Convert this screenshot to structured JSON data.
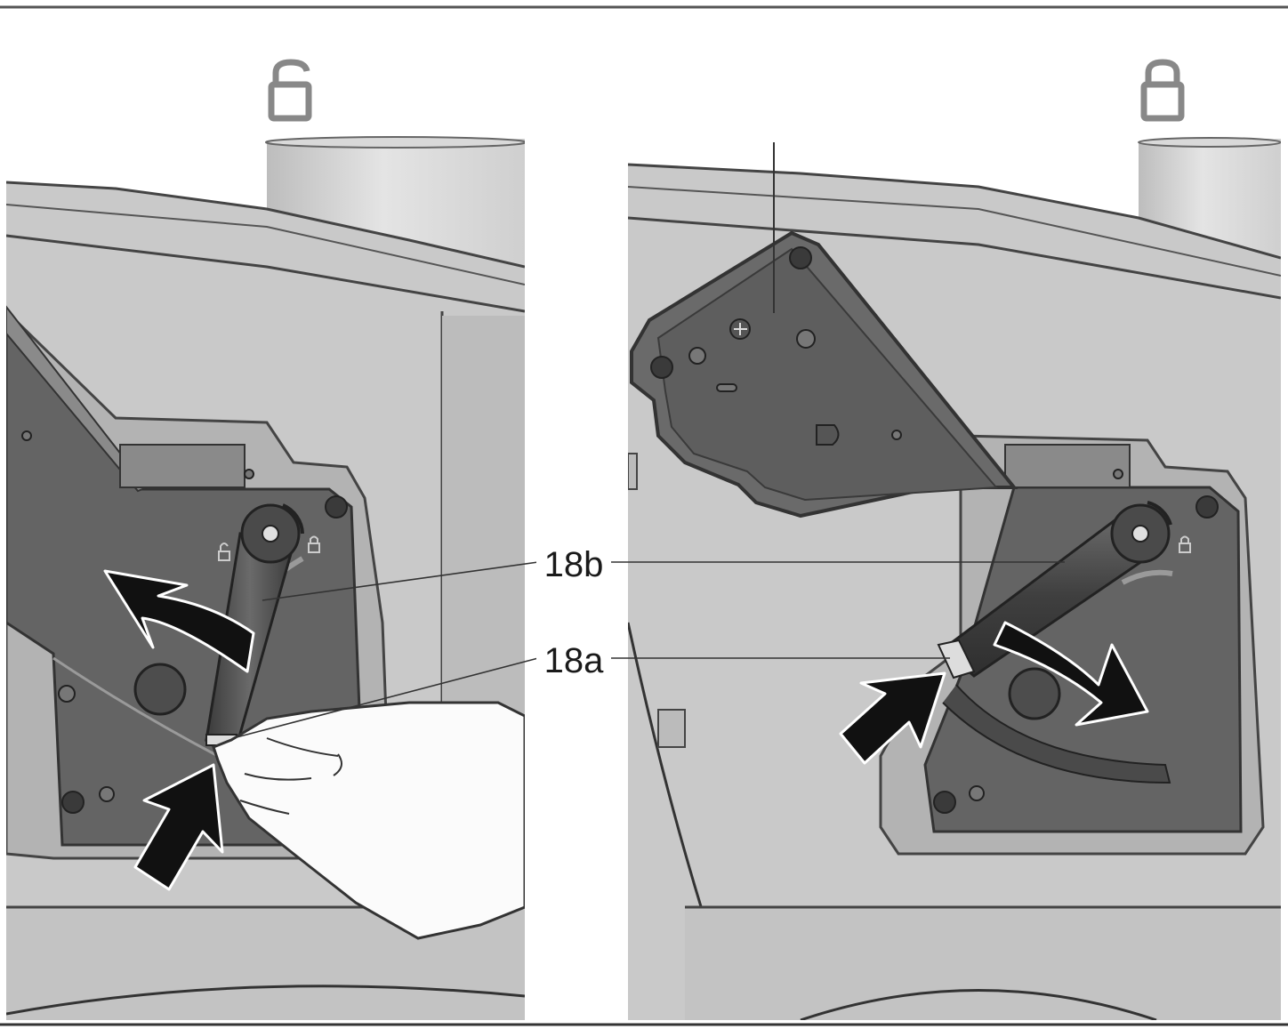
{
  "figure": {
    "callouts": {
      "label_18b": "18b",
      "label_18a": "18a"
    },
    "panels": [
      {
        "lock_state": "unlocked",
        "lock_icon": "padlock-open-icon"
      },
      {
        "lock_state": "locked",
        "lock_icon": "padlock-closed-icon"
      }
    ],
    "colors": {
      "body_light": "#c8c8c8",
      "body_mid": "#b7b7b7",
      "plate_dark": "#5f5f5f",
      "plate_border": "#7b7b7b",
      "handle": "#4a4a4a",
      "arrow": "#111111",
      "line": "#333333"
    }
  }
}
